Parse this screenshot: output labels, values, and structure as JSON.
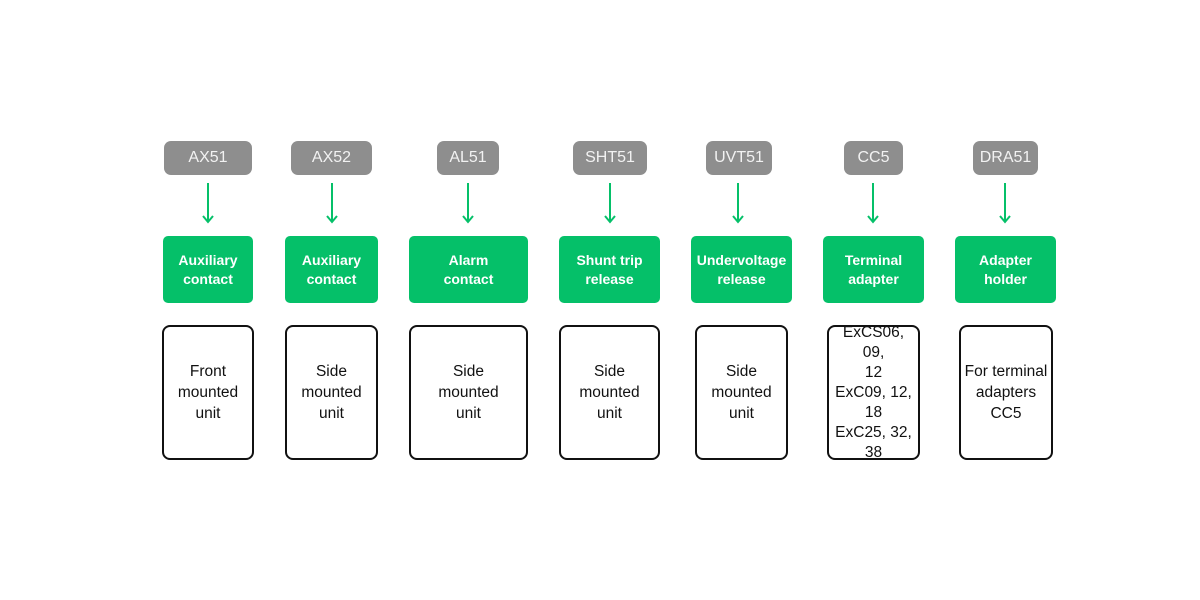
{
  "colors": {
    "code_bg": "#8e8e8e",
    "accent": "#05c069",
    "arrow": "#05c069",
    "border": "#111111"
  },
  "items": [
    {
      "code": "AX51",
      "title": "Auxiliary\ncontact",
      "description": "Front\nmounted\nunit"
    },
    {
      "code": "AX52",
      "title": "Auxiliary\ncontact",
      "description": "Side\nmounted\nunit"
    },
    {
      "code": "AL51",
      "title": "Alarm\ncontact",
      "description": "Side\nmounted\nunit"
    },
    {
      "code": "SHT51",
      "title": "Shunt trip\nrelease",
      "description": "Side\nmounted\nunit"
    },
    {
      "code": "UVT51",
      "title": "Undervoltage\nrelease",
      "description": "Side\nmounted\nunit"
    },
    {
      "code": "CC5",
      "title": "Terminal\nadapter",
      "description": "ExCS06, 09,\n12\nExC09, 12,\n18\nExC25, 32,\n38"
    },
    {
      "code": "DRA51",
      "title": "Adapter\nholder",
      "description": "For terminal\nadapters\nCC5"
    }
  ]
}
